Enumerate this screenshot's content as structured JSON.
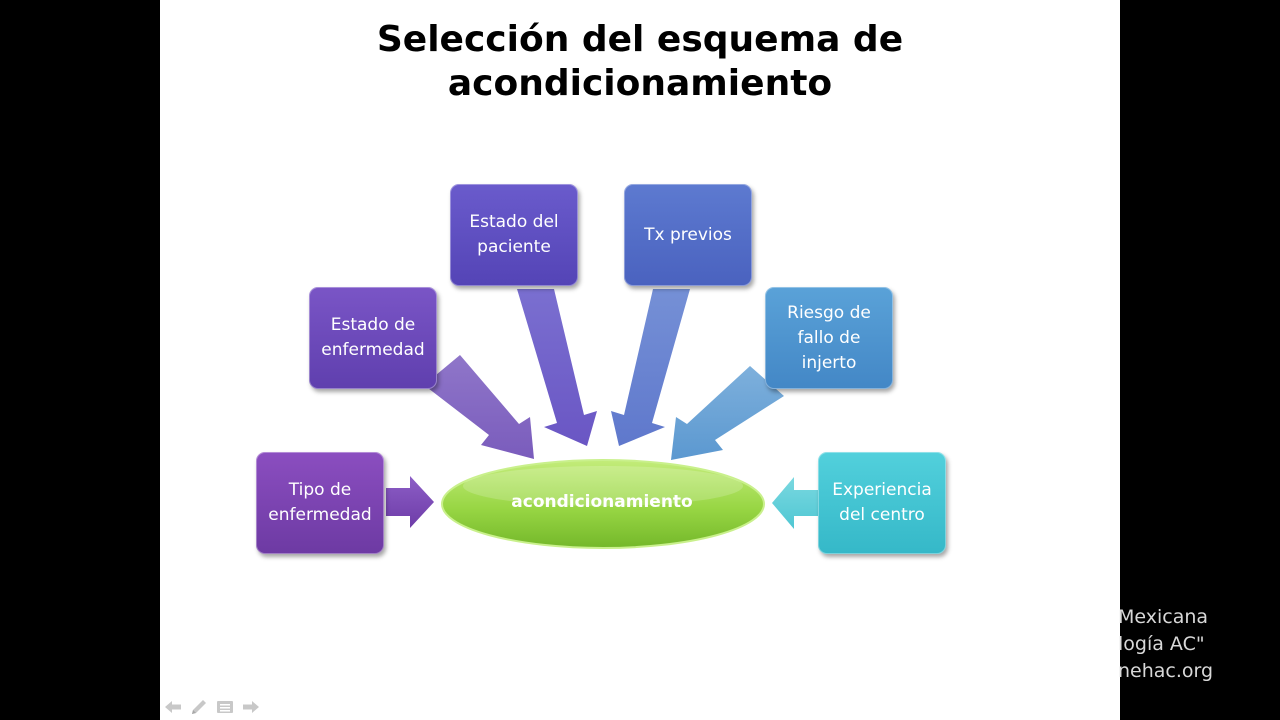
{
  "slide": {
    "title_line1": "Selección del esquema de",
    "title_line2": "acondicionamiento"
  },
  "diagram": {
    "center": {
      "label": "acondicionamiento",
      "color": "#8fd13f"
    },
    "boxes": [
      {
        "id": "tipo",
        "line1": "Tipo  de",
        "line2": "enfermedad",
        "line3": "",
        "color": "#7b3fae"
      },
      {
        "id": "estado-enf",
        "line1": "Estado de",
        "line2": "enfermedad",
        "line3": "",
        "color": "#6a45b8"
      },
      {
        "id": "estado-pac",
        "line1": "Estado del",
        "line2": "paciente",
        "line3": "",
        "color": "#5d4cbf"
      },
      {
        "id": "tx",
        "line1": "Tx  previos",
        "line2": "",
        "line3": "",
        "color": "#4f68c4"
      },
      {
        "id": "riesgo",
        "line1": "Riesgo de",
        "line2": "fallo de",
        "line3": "injerto",
        "color": "#4a8fcc"
      },
      {
        "id": "experiencia",
        "line1": "Experiencia",
        "line2": "del centro",
        "line3": "",
        "color": "#40bfcf"
      }
    ]
  },
  "watermark": {
    "line1": "Mexicana",
    "line2": "logía AC\"",
    "line3": "nehac.org"
  },
  "nav": {
    "prev_icon": "arrow-left-icon",
    "pen_icon": "pen-icon",
    "menu_icon": "menu-icon",
    "next_icon": "arrow-right-icon"
  }
}
